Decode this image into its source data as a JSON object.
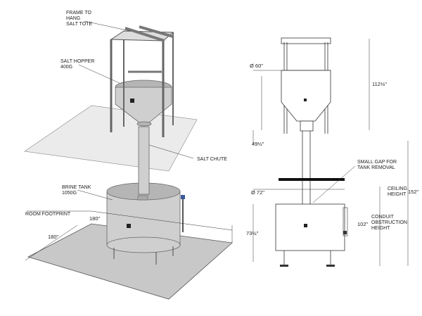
{
  "labels": {
    "frame": [
      "FRAME TO",
      "HANG",
      "SALT TOTE"
    ],
    "hopper": [
      "SALT HOPPER",
      "400G"
    ],
    "chute": "SALT CHUTE",
    "brine": [
      "BRINE TANK",
      "1050G"
    ],
    "footprint": "ROOM FOOTPRINT",
    "small_gap": [
      "SMALL GAP FOR",
      "TANK REMOVAL"
    ],
    "ceiling": [
      "CEILING",
      "HEIGHT"
    ],
    "conduit": [
      "CONDUIT",
      "OBSTRUCTION",
      "HEIGHT"
    ]
  },
  "dimensions": {
    "footprint_width": "180\"",
    "footprint_depth": "180\"",
    "hopper_diameter": "Ø 60\"",
    "tank_diameter": "Ø 72\"",
    "frame_height": "112½\"",
    "hopper_leg": "49½\"",
    "tank_height": "73½\"",
    "conduit_height": "102\"",
    "ceiling_height": "152\""
  },
  "colors": {
    "steel": "#cfcfcf",
    "floor": "#c8c8c8",
    "line": "#333333",
    "valve": "#3a5a9a"
  }
}
